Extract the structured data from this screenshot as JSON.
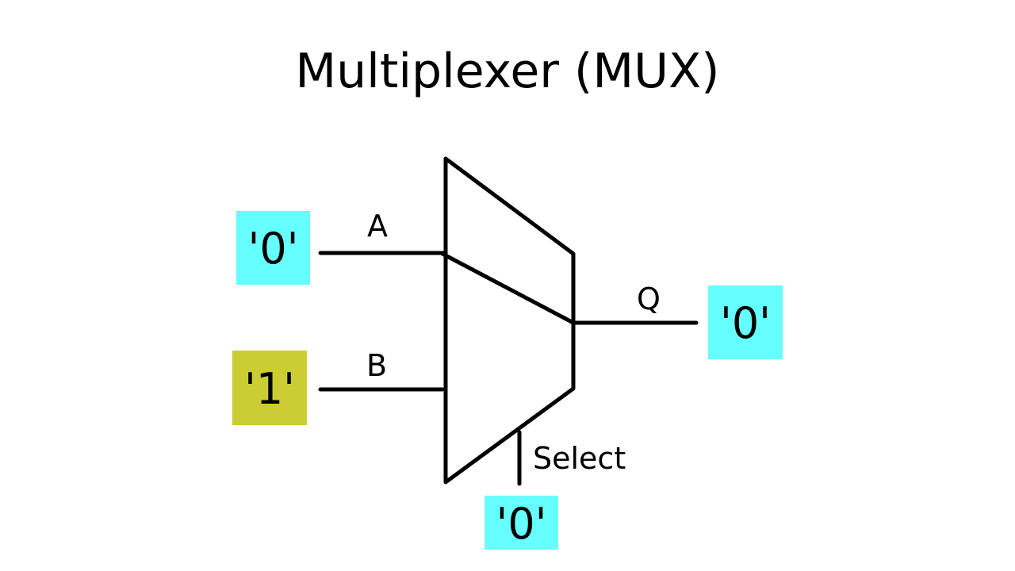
{
  "title": "Multiplexer (MUX)",
  "inputs": {
    "a": {
      "label": "A",
      "value": "'0'",
      "color": "#66ffff"
    },
    "b": {
      "label": "B",
      "value": "'1'",
      "color": "#cccc33"
    }
  },
  "select": {
    "label": "Select",
    "value": "'0'",
    "color": "#66ffff"
  },
  "output": {
    "label": "Q",
    "value": "'0'",
    "color": "#66ffff"
  }
}
